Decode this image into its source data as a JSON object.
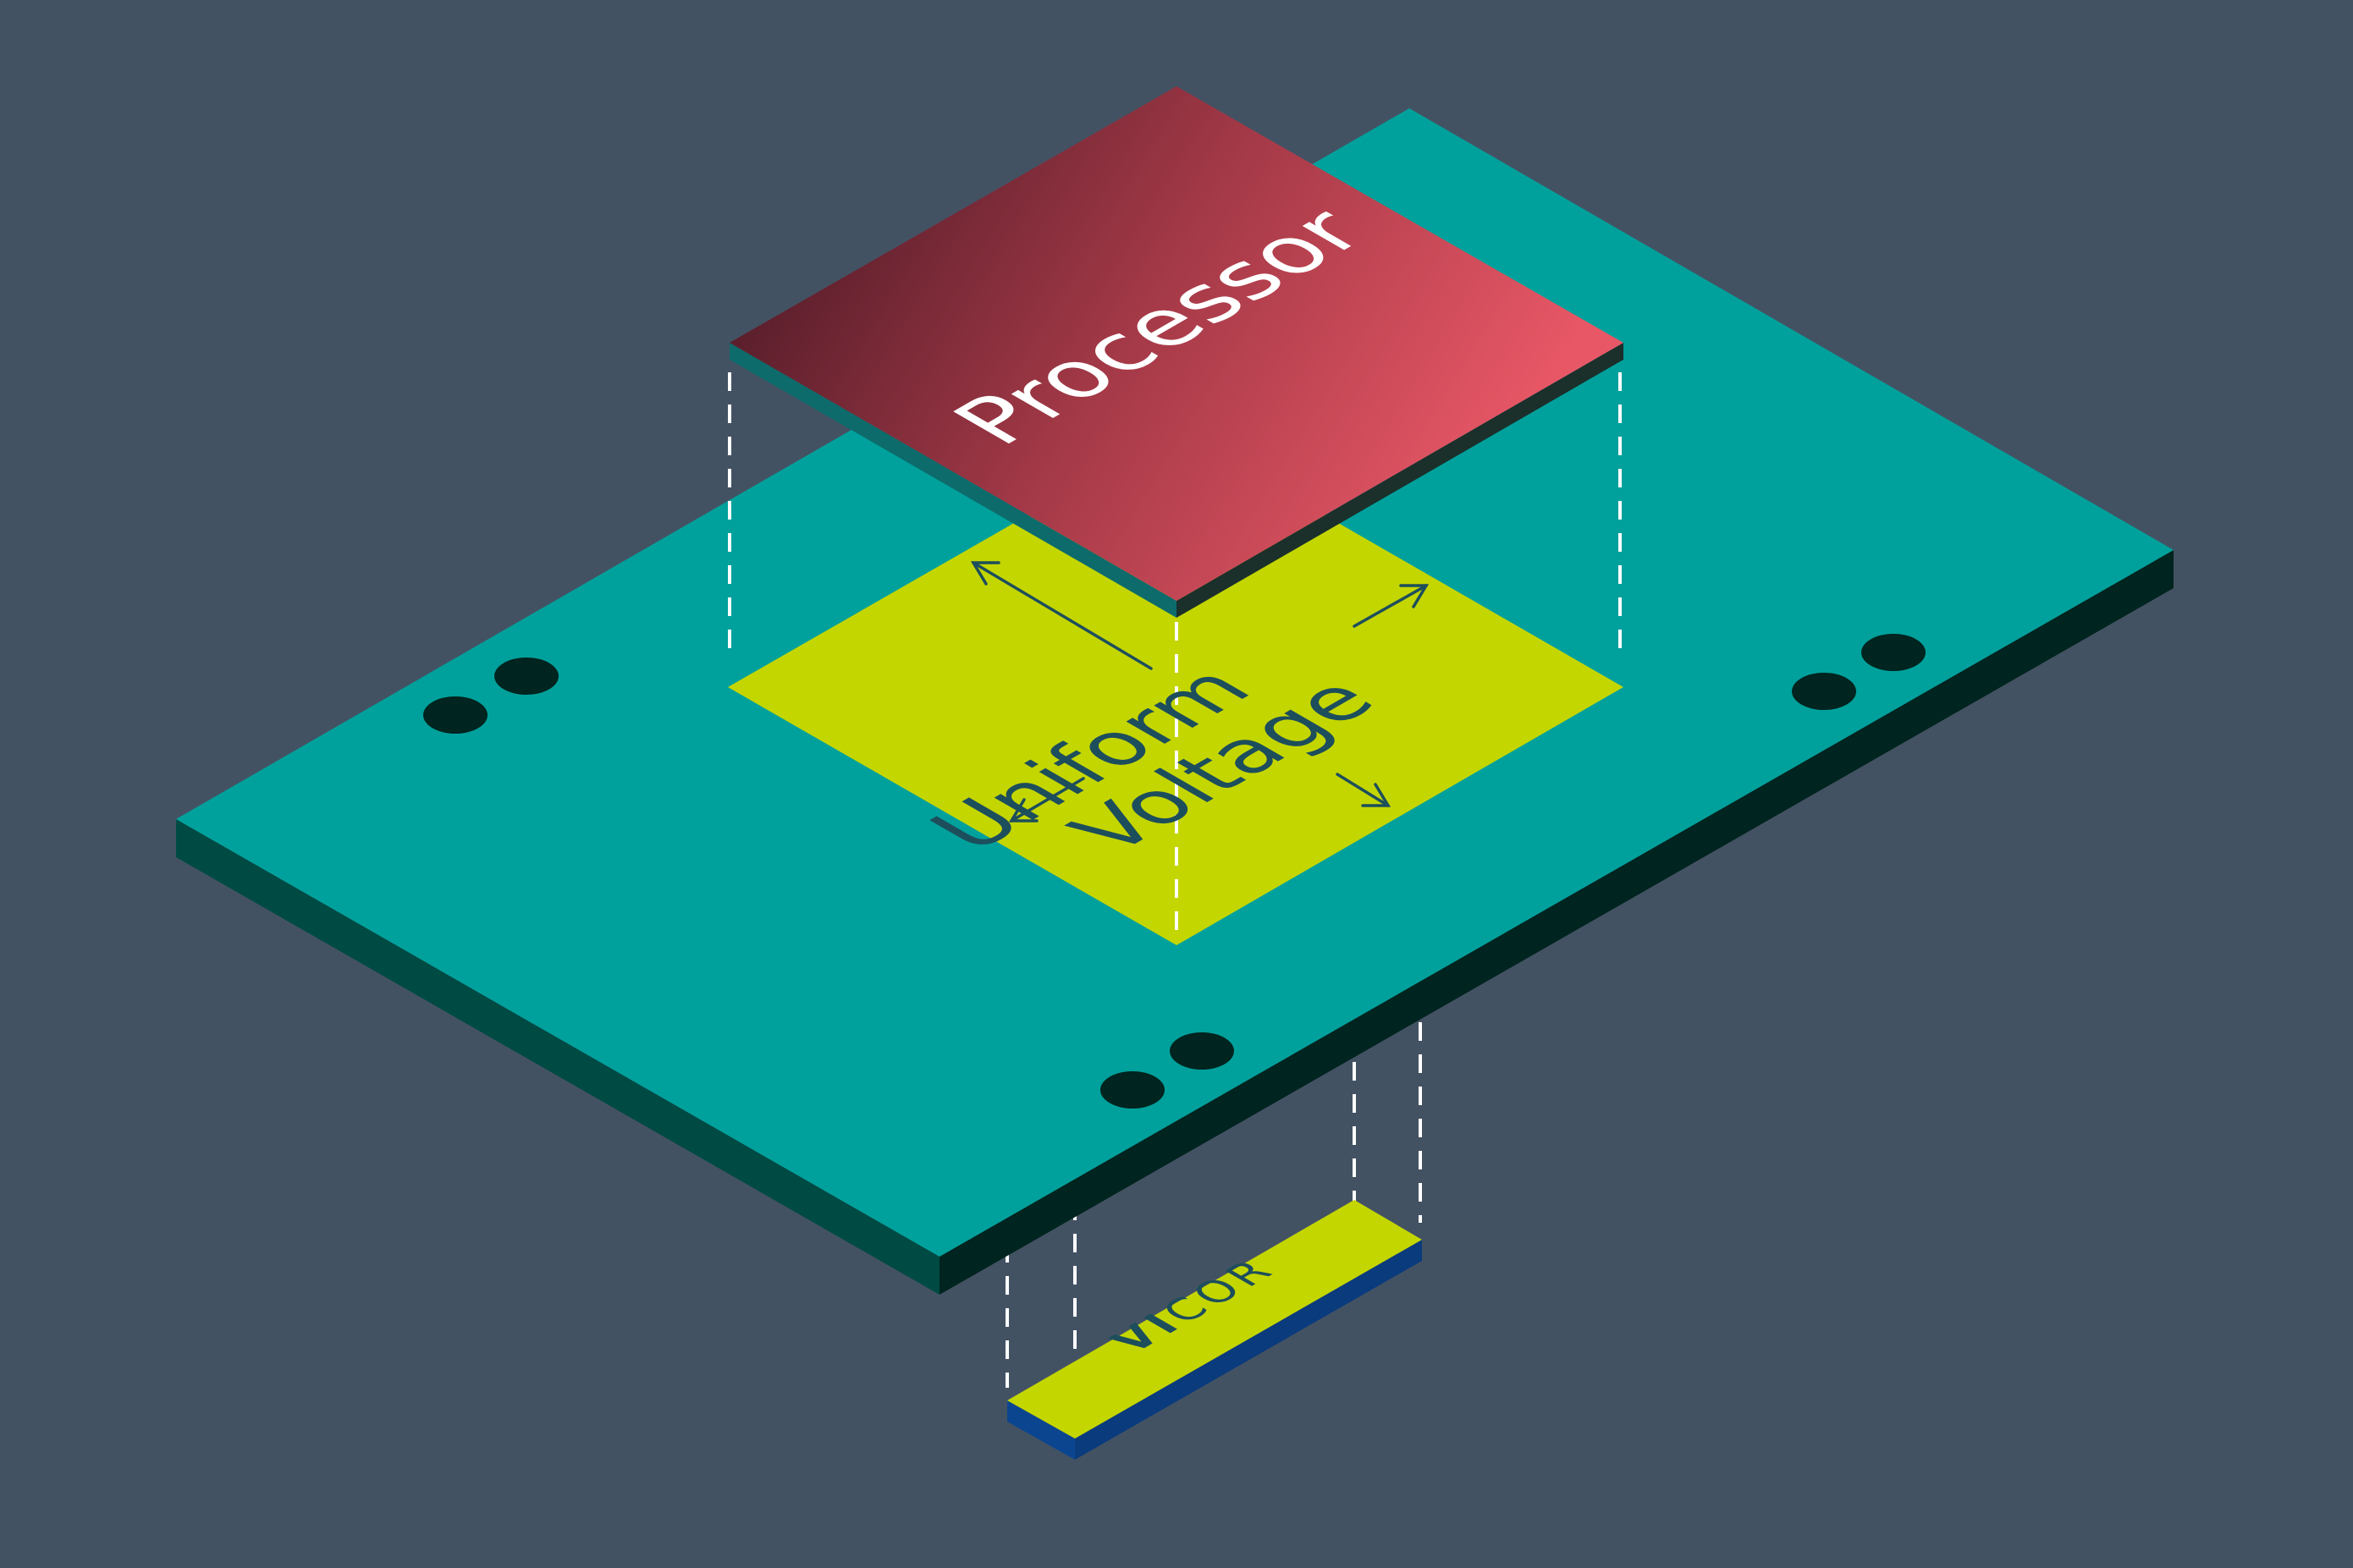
{
  "labels": {
    "processor": "Processor",
    "uniform": "Uniform",
    "voltage": "Voltage",
    "brand_vi": "VI",
    "brand_cor": "COR"
  },
  "colors": {
    "background": "#435263",
    "board_top": "#00A19C",
    "board_side_left": "#004A44",
    "board_side_right": "#00241F",
    "voltage_area": "#C4D600",
    "processor_dark": "#3E1421",
    "processor_light": "#E85766",
    "module_top": "#C4D600",
    "module_side": "#0B4590",
    "hole": "#00241F",
    "annotation": "#1D4E5C",
    "dashed_lines": "#FFFFFF"
  }
}
